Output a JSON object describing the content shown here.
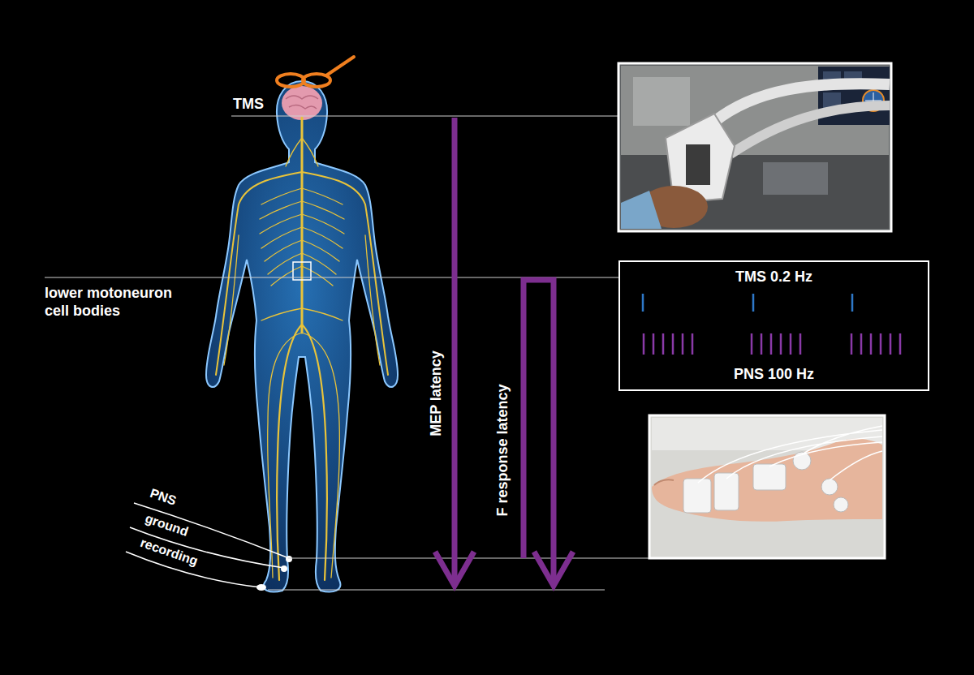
{
  "diagram": {
    "nodes": [
      {
        "text": [
          "TMS 0.2 Hz",
          "PNS 100 Hz"
        ]
      }
    ],
    "labels": [
      "TMS",
      "lower motoneuron cell bodies",
      "MEP latency",
      "F response latency",
      "PNS",
      "ground",
      "recording"
    ]
  }
}
